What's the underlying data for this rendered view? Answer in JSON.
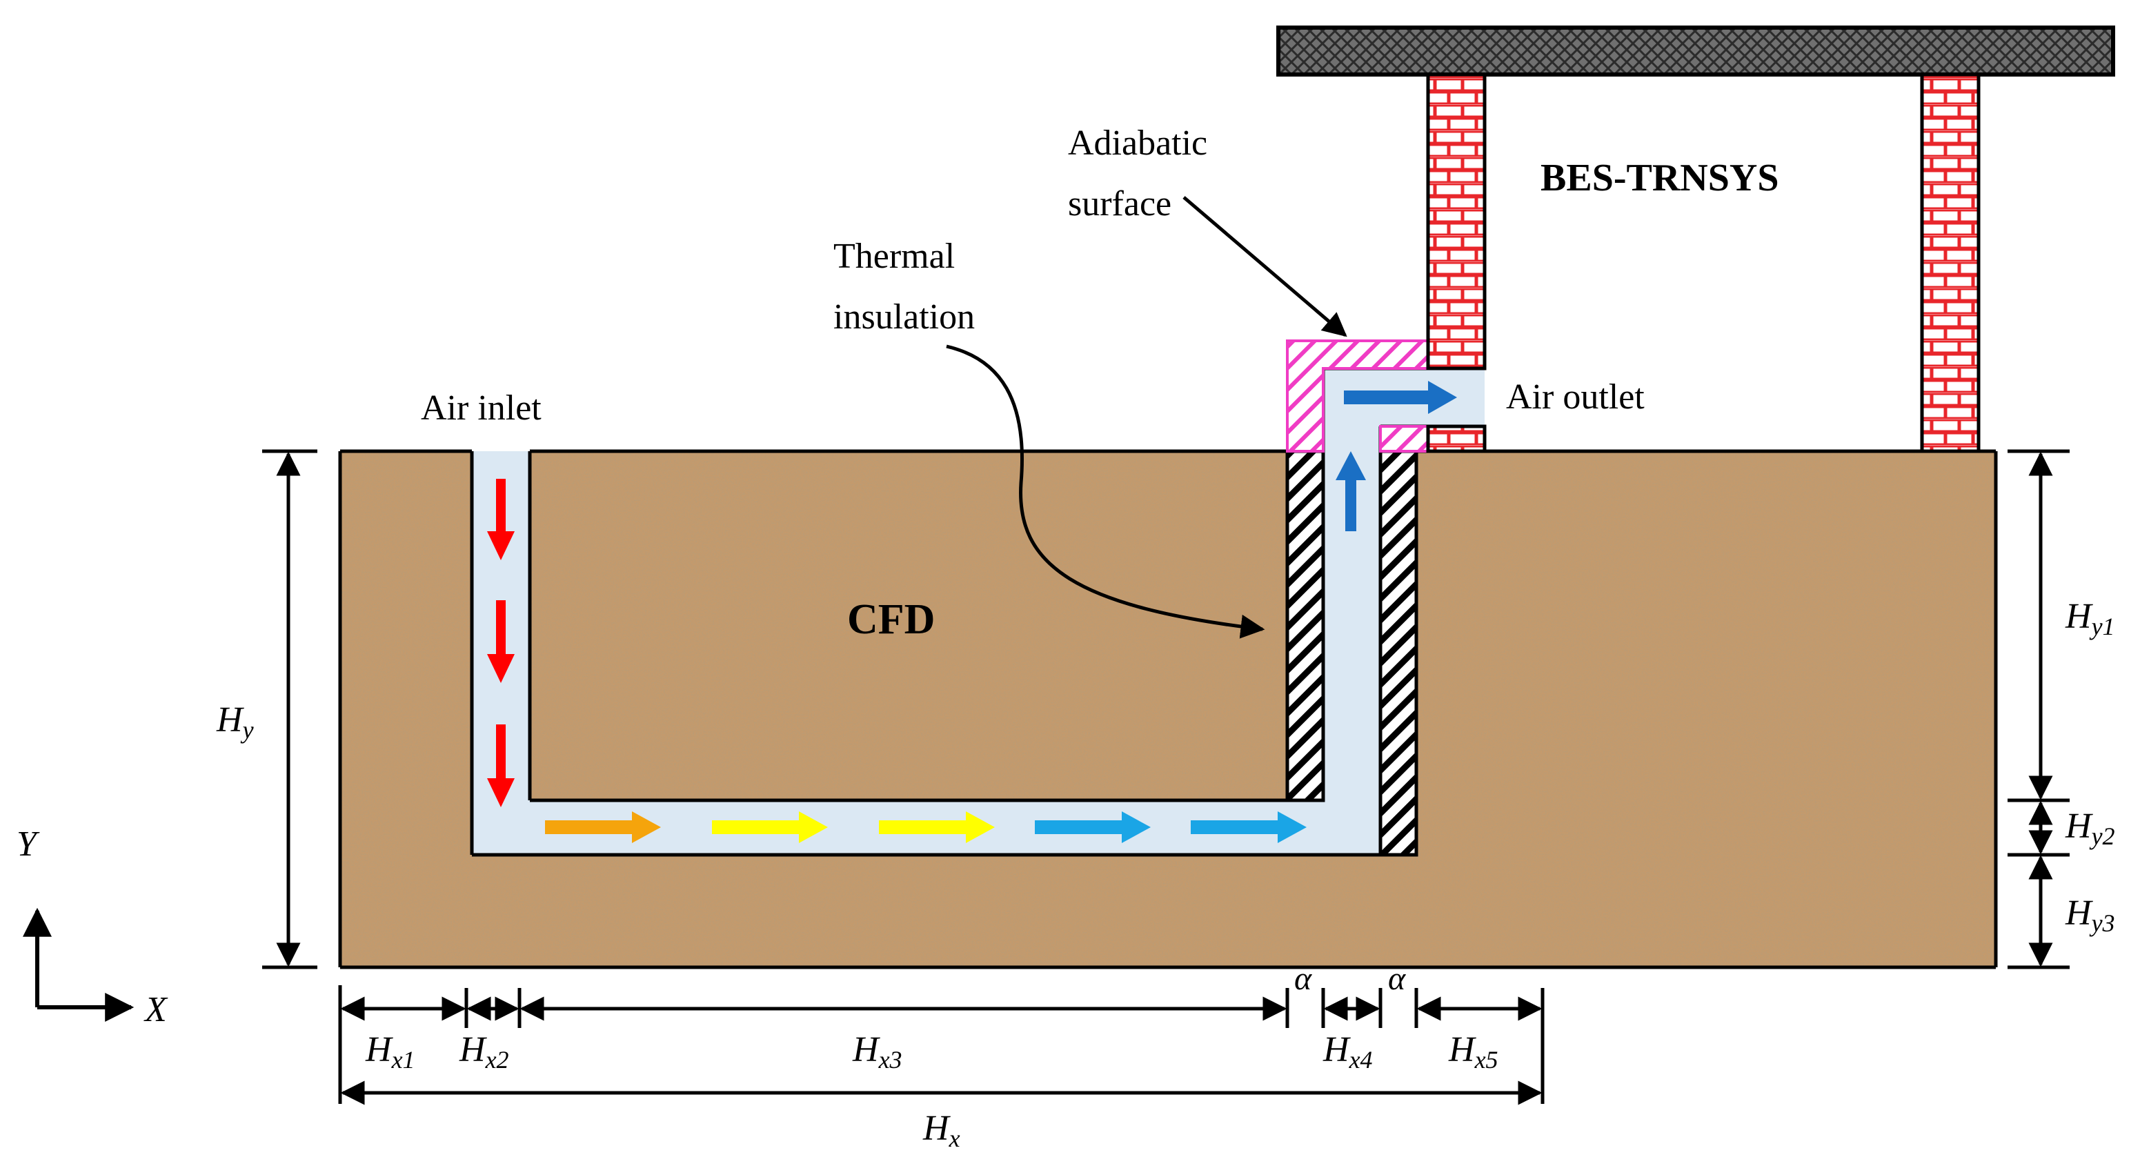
{
  "labels": {
    "bes": "BES-TRNSYS",
    "cfd": "CFD",
    "adiabatic_line1": "Adiabatic",
    "adiabatic_line2": "surface",
    "thermal_line1": "Thermal",
    "thermal_line2": "insulation",
    "air_inlet": "Air inlet",
    "air_outlet": "Air outlet"
  },
  "axes": {
    "x": "X",
    "y": "Y"
  },
  "dimensions": {
    "hx": {
      "base": "H",
      "sub": "x"
    },
    "hx1": {
      "base": "H",
      "sub": "x1"
    },
    "hx2": {
      "base": "H",
      "sub": "x2"
    },
    "hx3": {
      "base": "H",
      "sub": "x3"
    },
    "hx4": {
      "base": "H",
      "sub": "x4"
    },
    "hx5": {
      "base": "H",
      "sub": "x5"
    },
    "hy": {
      "base": "H",
      "sub": "y"
    },
    "hy1": {
      "base": "H",
      "sub": "y1"
    },
    "hy2": {
      "base": "H",
      "sub": "y2"
    },
    "hy3": {
      "base": "H",
      "sub": "y3"
    },
    "alpha_left": "α",
    "alpha_right": "α"
  },
  "colors": {
    "soil": "#c49a6c",
    "duct_air": "#dbe8f3",
    "brick": "#e8262b",
    "roof": "#6e6e6e",
    "adiabatic": "#f03cc4",
    "arrow_red": "#ff0000",
    "arrow_orange": "#f5a40c",
    "arrow_yellow": "#ffff00",
    "arrow_cyan": "#1aa5e6",
    "arrow_blue": "#1a6fc4"
  }
}
